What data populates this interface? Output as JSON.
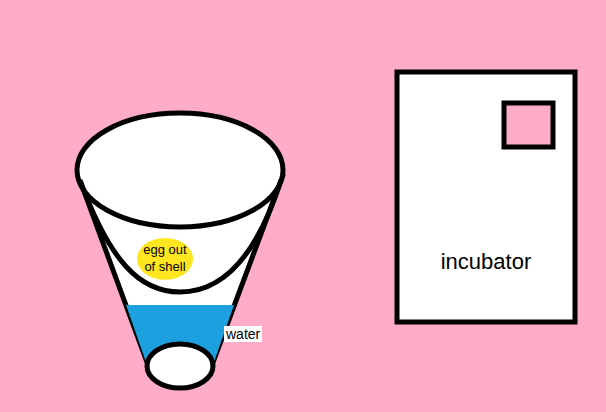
{
  "diagram": {
    "nodes": [
      {
        "text": [
          "egg out of shell"
        ]
      },
      {
        "text": [
          "incubator"
        ]
      }
    ],
    "labels": [
      "water"
    ]
  }
}
